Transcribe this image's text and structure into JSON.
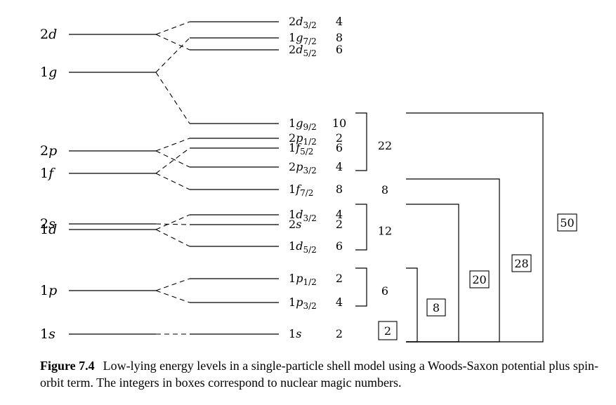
{
  "levels": [
    {
      "id": "2d",
      "n": "2",
      "l": "d"
    },
    {
      "id": "1g",
      "n": "1",
      "l": "g"
    },
    {
      "id": "2p",
      "n": "2",
      "l": "p"
    },
    {
      "id": "1f",
      "n": "1",
      "l": "f"
    },
    {
      "id": "2s",
      "n": "2",
      "l": "s"
    },
    {
      "id": "1d",
      "n": "1",
      "l": "d"
    },
    {
      "id": "1p",
      "n": "1",
      "l": "p"
    },
    {
      "id": "1s",
      "n": "1",
      "l": "s"
    }
  ],
  "split_levels": [
    {
      "id": "2d3/2",
      "n": "2",
      "l": "d",
      "j": "3/2",
      "degeneracy": "4",
      "parent": "2d"
    },
    {
      "id": "1g7/2",
      "n": "1",
      "l": "g",
      "j": "7/2",
      "degeneracy": "8",
      "parent": "1g"
    },
    {
      "id": "2d5/2",
      "n": "2",
      "l": "d",
      "j": "5/2",
      "degeneracy": "6",
      "parent": "2d"
    },
    {
      "id": "1g9/2",
      "n": "1",
      "l": "g",
      "j": "9/2",
      "degeneracy": "10",
      "parent": "1g"
    },
    {
      "id": "2p1/2",
      "n": "2",
      "l": "p",
      "j": "1/2",
      "degeneracy": "2",
      "parent": "2p"
    },
    {
      "id": "1f5/2",
      "n": "1",
      "l": "f",
      "j": "5/2",
      "degeneracy": "6",
      "parent": "1f"
    },
    {
      "id": "2p3/2",
      "n": "2",
      "l": "p",
      "j": "3/2",
      "degeneracy": "4",
      "parent": "2p"
    },
    {
      "id": "1f7/2",
      "n": "1",
      "l": "f",
      "j": "7/2",
      "degeneracy": "8",
      "parent": "1f"
    },
    {
      "id": "1d3/2",
      "n": "1",
      "l": "d",
      "j": "3/2",
      "degeneracy": "4",
      "parent": "1d"
    },
    {
      "id": "2s",
      "n": "2",
      "l": "s",
      "j": "",
      "degeneracy": "2",
      "parent": "2s"
    },
    {
      "id": "1d5/2",
      "n": "1",
      "l": "d",
      "j": "5/2",
      "degeneracy": "6",
      "parent": "1d"
    },
    {
      "id": "1p1/2",
      "n": "1",
      "l": "p",
      "j": "1/2",
      "degeneracy": "2",
      "parent": "1p"
    },
    {
      "id": "1p3/2",
      "n": "1",
      "l": "p",
      "j": "3/2",
      "degeneracy": "4",
      "parent": "1p"
    },
    {
      "id": "1s",
      "n": "1",
      "l": "s",
      "j": "",
      "degeneracy": "2",
      "parent": "1s"
    }
  ],
  "shell_totals": [
    {
      "from": "1g9/2",
      "to": "2p3/2",
      "value": "22",
      "bracketed": true
    },
    {
      "from": "1f7/2",
      "to": "1f7/2",
      "value": "8",
      "bracketed": false
    },
    {
      "from": "1d3/2",
      "to": "1d5/2",
      "value": "12",
      "bracketed": true
    },
    {
      "from": "1p1/2",
      "to": "1p3/2",
      "value": "6",
      "bracketed": true
    }
  ],
  "magic_numbers": [
    {
      "value": "2",
      "top": "1s",
      "bracketed": false
    },
    {
      "value": "8",
      "top": "1p1/2",
      "bracketed": true
    },
    {
      "value": "20",
      "top": "1d3/2",
      "bracketed": true
    },
    {
      "value": "28",
      "top": "1f7/2",
      "bracketed": true
    },
    {
      "value": "50",
      "top": "1g9/2",
      "bracketed": true
    }
  ],
  "caption": {
    "figure_label": "Figure 7.4",
    "text": "Low-lying energy levels in a single-particle shell model using a Woods-Saxon potential plus spin-orbit term. The integers in boxes correspond to nuclear magic numbers."
  }
}
